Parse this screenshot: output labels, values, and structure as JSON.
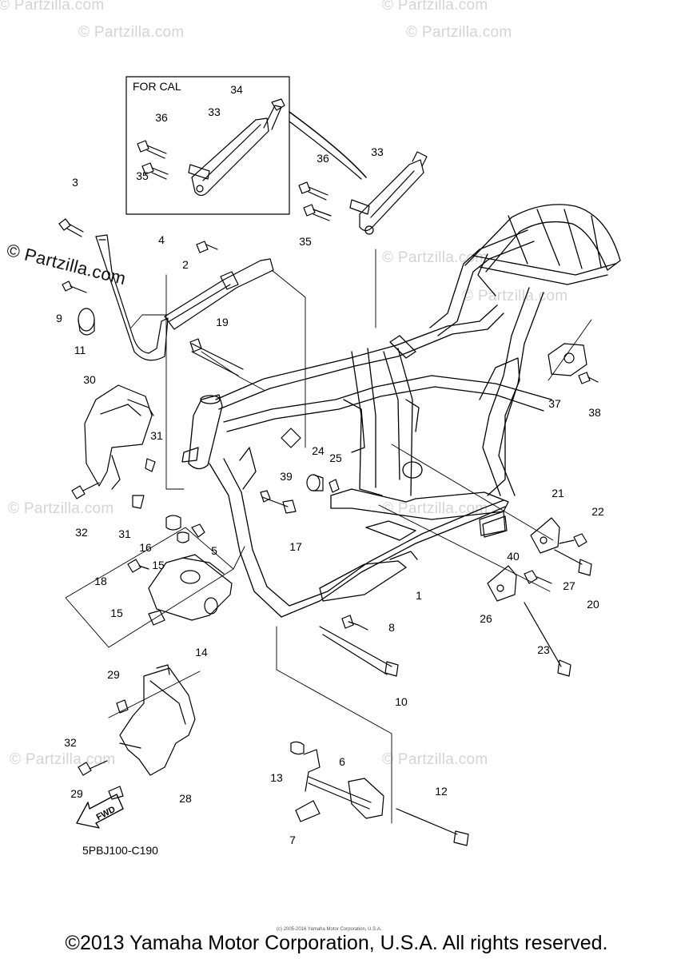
{
  "watermarks": [
    "© Partzilla.com",
    "© Partzilla.com",
    "© Partzilla.com",
    "© Partzilla.com",
    "© Partzilla.com",
    "© Partzilla.com",
    "© Partzilla.com",
    "© Partzilla.com",
    "© Partzilla.com",
    "© Partzilla.com",
    "© Partzilla.com"
  ],
  "inset_label": "FOR CAL",
  "callouts": [
    "34",
    "33",
    "36",
    "35",
    "33",
    "36",
    "35",
    "3",
    "4",
    "2",
    "9",
    "11",
    "19",
    "30",
    "31",
    "32",
    "31",
    "16",
    "5",
    "15",
    "18",
    "15",
    "14",
    "17",
    "39",
    "24",
    "25",
    "1",
    "8",
    "10",
    "21",
    "22",
    "40",
    "27",
    "20",
    "26",
    "23",
    "37",
    "38",
    "29",
    "29",
    "32",
    "28",
    "13",
    "6",
    "12",
    "7"
  ],
  "fwd_label": "FWD",
  "drawing_code": "5PBJ100-C190",
  "tiny_copyright": "(c) 2005-2016 Yamaha Motor Corporation, U.S.A.",
  "copyright": "©2013 Yamaha Motor Corporation, U.S.A. All rights reserved."
}
